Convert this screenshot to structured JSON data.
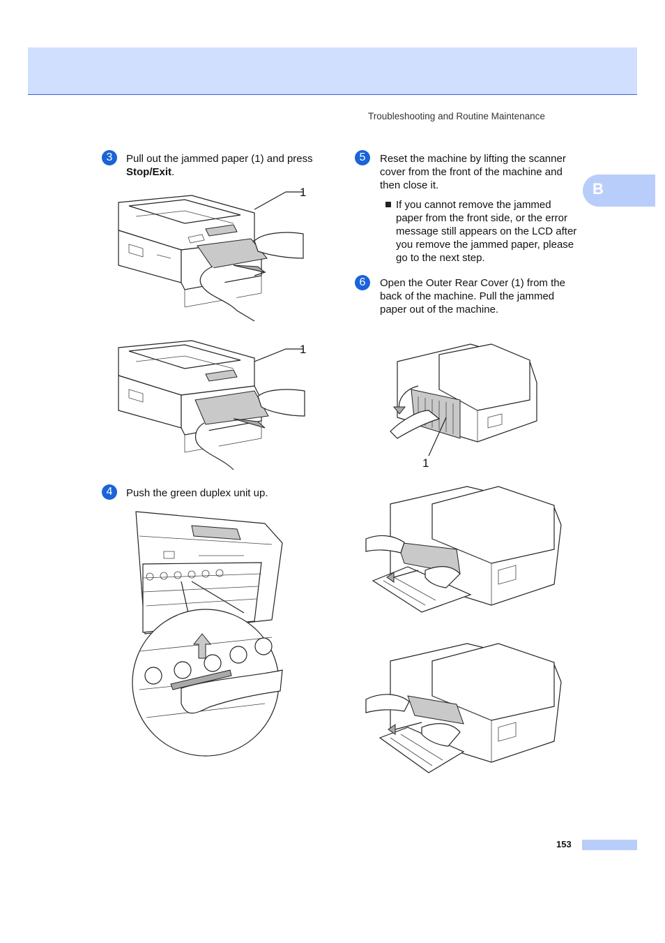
{
  "header": {
    "running_head": "Troubleshooting and Routine Maintenance"
  },
  "side_tab": {
    "label": "B"
  },
  "steps": [
    {
      "number": "3",
      "text_before": "Pull out the jammed paper (1) and press ",
      "text_bold": "Stop/Exit",
      "text_after": "."
    },
    {
      "number": "4",
      "text": "Push the green duplex unit up."
    },
    {
      "number": "5",
      "text": "Reset the machine by lifting the scanner cover from the front of the machine and then close it.",
      "bullet": "If you cannot remove the jammed paper from the front side, or the error message still appears on the LCD after you remove the jammed paper, please go to the next step."
    },
    {
      "number": "6",
      "text": "Open the Outer Rear Cover (1) from the back of the machine. Pull the jammed paper out of the machine."
    }
  ],
  "callouts": {
    "fig1": "1",
    "fig2": "1",
    "fig4": "1"
  },
  "footer": {
    "page_number": "153"
  },
  "colors": {
    "header_band": "#cfdffd",
    "header_rule": "#3b5fc9",
    "tab": "#b9cdfa",
    "step_badge": "#1b63d8"
  }
}
